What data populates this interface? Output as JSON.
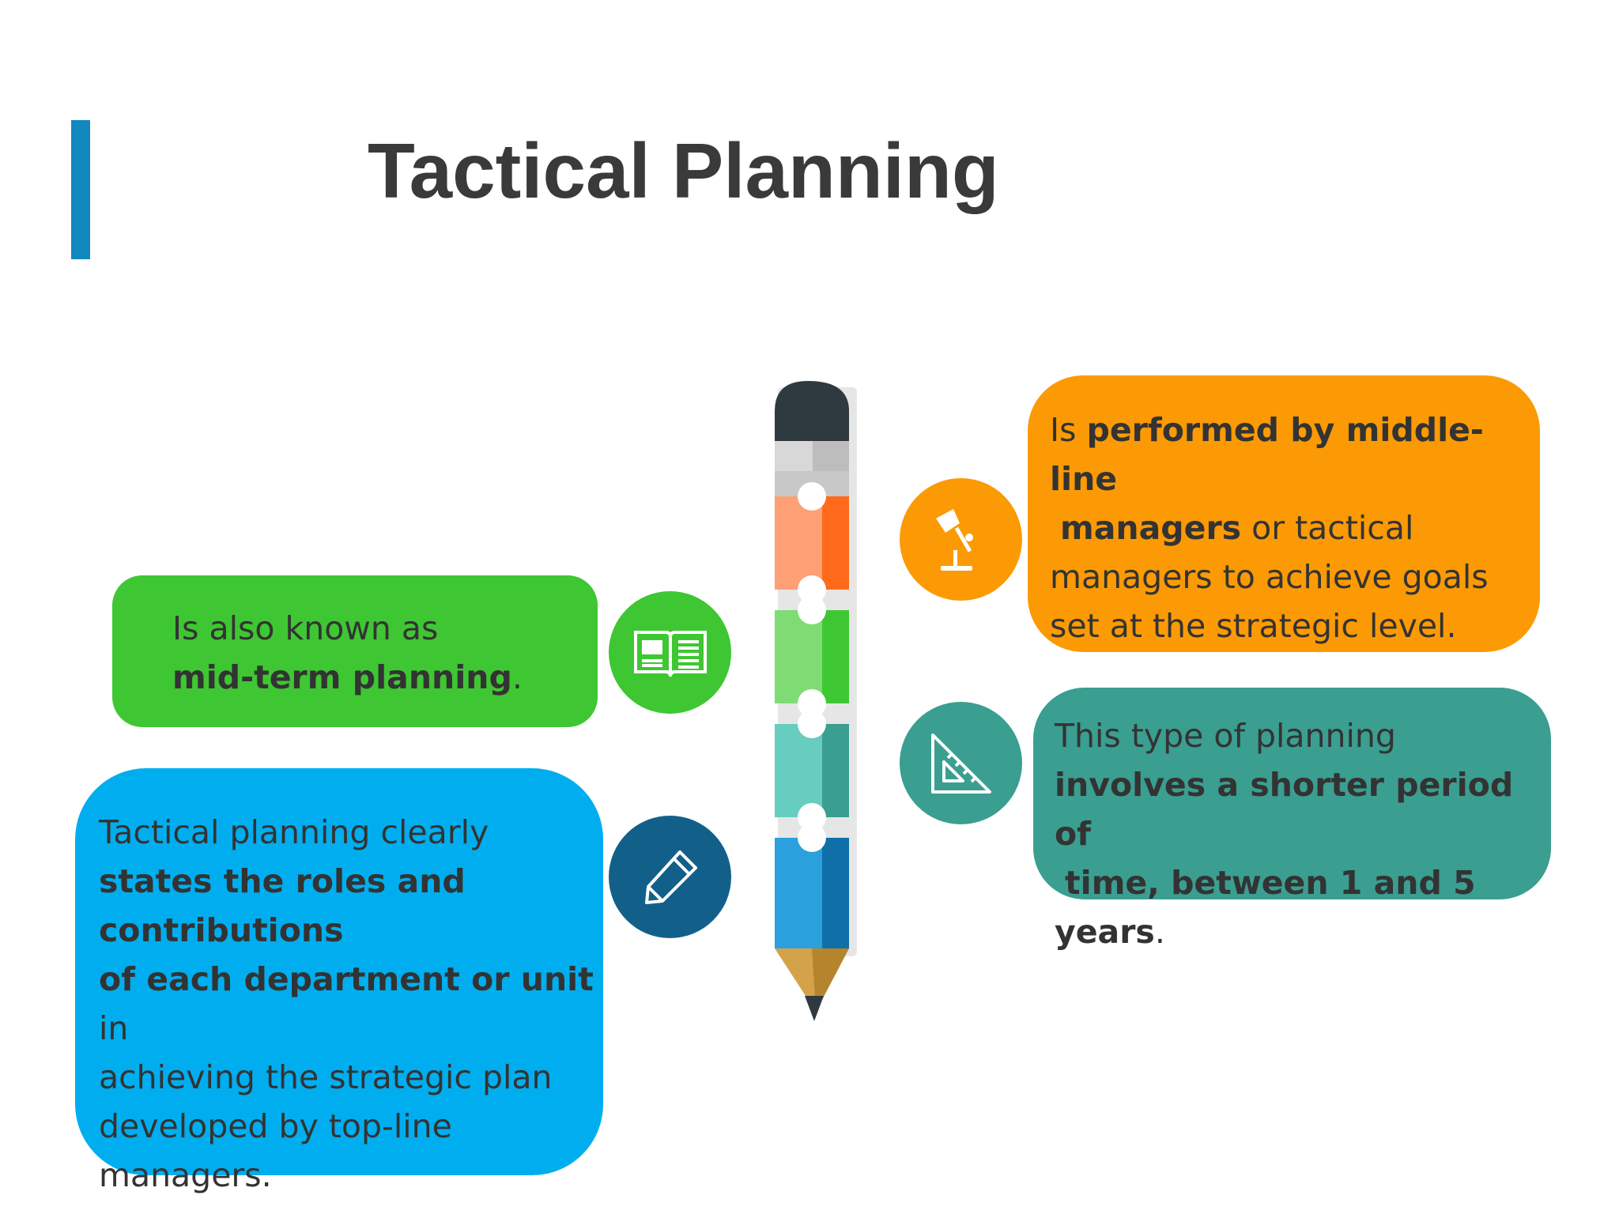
{
  "slide": {
    "title": "Tactical Planning"
  },
  "boxes": {
    "green": {
      "line1": "Is also known as",
      "bold1": "mid-term planning",
      "tail1": "."
    },
    "blue": {
      "text1": "Tactical planning clearly",
      "bold1": "states the roles and",
      "bold2": "contributions",
      "bold3": "of each department or unit",
      "text2": " in",
      "text3": "achieving the strategic plan",
      "text4": "developed by top-line",
      "text5": "managers."
    },
    "orange": {
      "text1": "Is ",
      "bold1": "performed by middle-line",
      "bold2": "managers",
      "text2": " or tactical",
      "text3": "managers to achieve goals",
      "text4": "set at the strategic level."
    },
    "teal": {
      "text1": "This type of planning",
      "bold1": "involves a shorter period of",
      "bold2": "time, between 1 and 5 years",
      "tail1": "."
    }
  },
  "icons": {
    "green": "open-book-icon",
    "blue": "pencil-icon",
    "orange": "desk-lamp-icon",
    "teal": "set-square-ruler-icon"
  },
  "colors": {
    "accent_bar": "#1188bf",
    "green": "#3ec732",
    "blue": "#00aeef",
    "orange": "#fb9a04",
    "teal": "#3a9e90",
    "dark_blue": "#12608a"
  }
}
